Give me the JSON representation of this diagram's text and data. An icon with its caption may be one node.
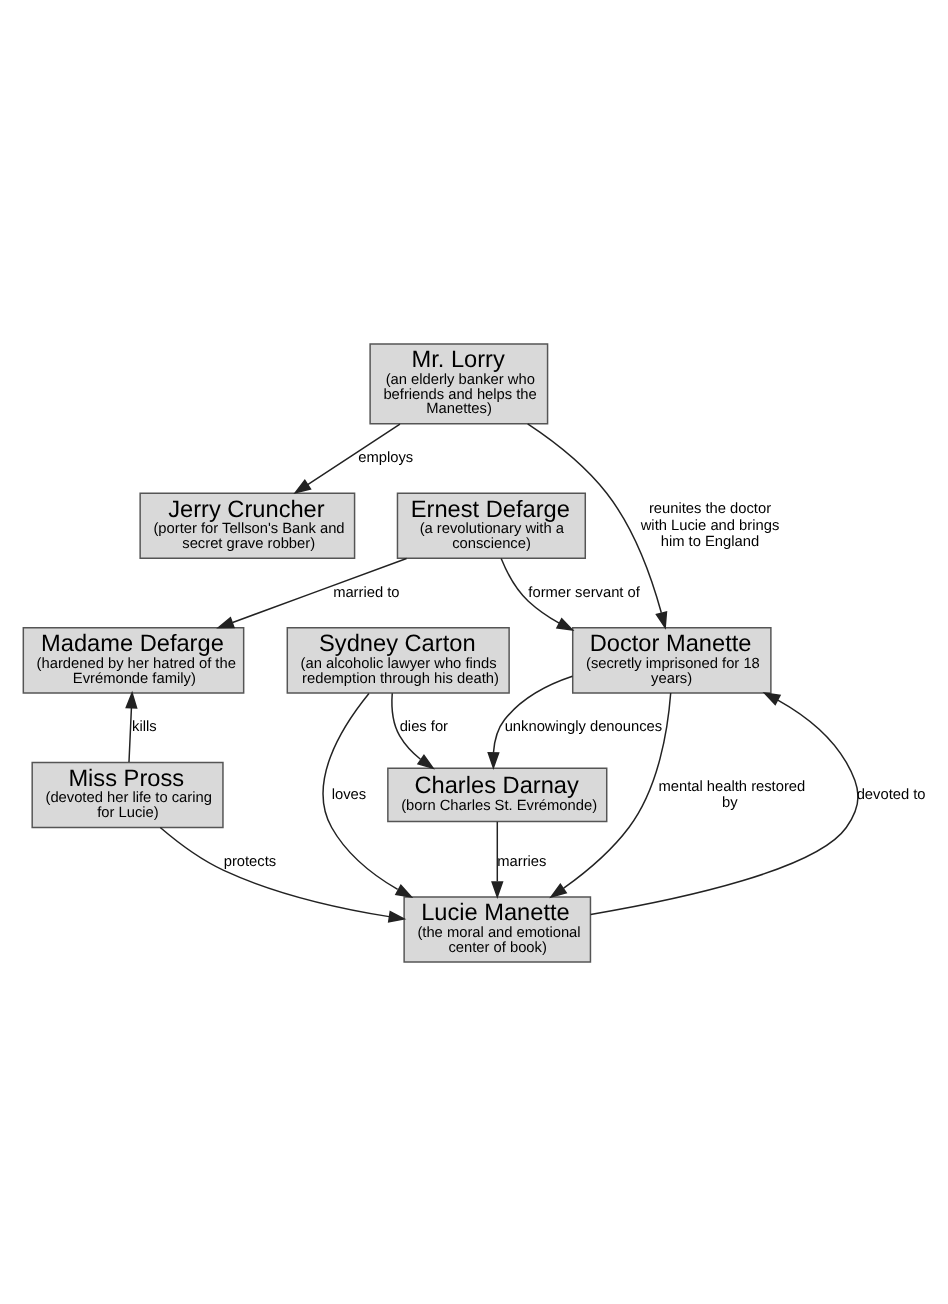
{
  "diagram": {
    "nodes": [
      {
        "text": [
          "Mr. Lorry",
          "(an elderly banker who befriends and helps the Manettes)"
        ]
      },
      {
        "text": [
          "Ernest Defarge",
          "(a revolutionary with a conscience)"
        ]
      },
      {
        "text": [
          "Jerry Cruncher",
          "(porter for Tellson's Bank and secret grave robber)"
        ]
      },
      {
        "text": [
          "Madame Defarge",
          "(hardened by her hatred of the Evrémonde family)"
        ]
      },
      {
        "text": [
          "Doctor Manette",
          "(secretly imprisoned for 18 years)"
        ]
      },
      {
        "text": [
          "Charles Darnay",
          "(born Charles St. Evrémonde)"
        ]
      },
      {
        "text": [
          "Miss Pross",
          "(devoted her life to caring for Lucie)"
        ]
      },
      {
        "text": [
          "Lucie Manette",
          "(the moral and emotional center of book)"
        ]
      },
      {
        "text": [
          "Sydney Carton",
          "(an alcoholic lawyer who finds redemption through his death)"
        ]
      }
    ],
    "edges": [
      {
        "from": 0,
        "to": 2,
        "arrow": "to",
        "label": "employs"
      },
      {
        "from": 0,
        "to": 4,
        "arrow": "to",
        "label": "reunites the doctor with Lucie and brings him to England"
      },
      {
        "from": 1,
        "to": 3,
        "arrow": "to",
        "label": "married to"
      },
      {
        "from": 1,
        "to": 4,
        "arrow": "to",
        "label": "former servant of"
      },
      {
        "from": 4,
        "to": 5,
        "arrow": "to",
        "label": "unknowingly denounces"
      },
      {
        "from": 6,
        "to": 3,
        "arrow": "to",
        "label": "kills"
      },
      {
        "from": 6,
        "to": 7,
        "arrow": "to",
        "label": "protects"
      },
      {
        "from": 7,
        "to": 4,
        "arrow": "to",
        "label": "devoted to"
      },
      {
        "from": 4,
        "to": 7,
        "arrow": "to",
        "label": "mental health restored by"
      },
      {
        "from": 5,
        "to": 7,
        "arrow": "to",
        "label": "marries"
      },
      {
        "from": 8,
        "to": 5,
        "arrow": "to",
        "label": "dies for"
      },
      {
        "from": 8,
        "to": 7,
        "arrow": "to",
        "label": "loves"
      }
    ]
  }
}
